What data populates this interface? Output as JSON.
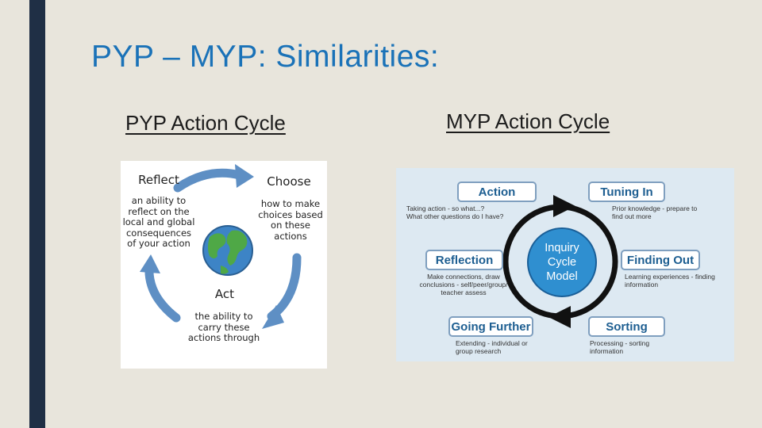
{
  "slide": {
    "title": "PYP – MYP:  Similarities:",
    "left_heading": "PYP Action Cycle",
    "right_heading": "MYP Action Cycle"
  },
  "pyp_cycle": {
    "reflect": {
      "title": "Reflect",
      "text": "an ability to reflect on the local and global consequences of your action"
    },
    "choose": {
      "title": "Choose",
      "text": "how to make choices based on these actions"
    },
    "act": {
      "title": "Act",
      "text": "the ability to carry these actions through"
    }
  },
  "myp_cycle": {
    "center": "Inquiry\nCycle\nModel",
    "action": {
      "label": "Action",
      "desc": "Taking action - so what...?\nWhat other questions do I have?"
    },
    "tuning_in": {
      "label": "Tuning In",
      "desc": "Prior knowledge - prepare to\nfind out more"
    },
    "reflection": {
      "label": "Reflection",
      "desc": "Make connections, draw\nconclusions - self/peer/group/\nteacher assess"
    },
    "finding_out": {
      "label": "Finding Out",
      "desc": "Learning experiences - finding\ninformation"
    },
    "going_further": {
      "label": "Going Further",
      "desc": "Extending - individual or\ngroup research"
    },
    "sorting": {
      "label": "Sorting",
      "desc": "Processing - sorting\ninformation"
    }
  },
  "colors": {
    "title": "#1a72b8",
    "sidebar": "#1f2f45",
    "arrow": "#5e8fc4",
    "inquiry": "#2f8fd0"
  }
}
